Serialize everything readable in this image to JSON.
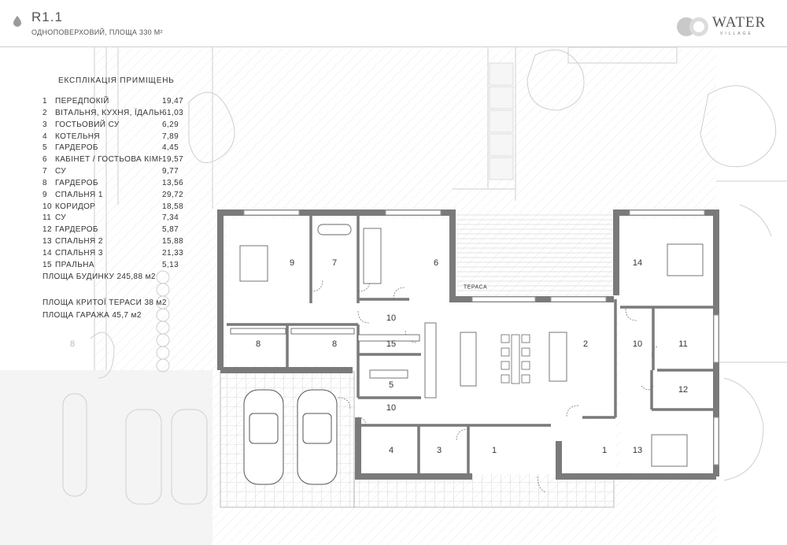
{
  "header": {
    "title": "R1.1",
    "subtitle": "ОДНОПОВЕРХОВИЙ, ПЛОЩА 330 М²",
    "logo_word": "WATER",
    "logo_sub": "VILLAGE"
  },
  "legend": {
    "heading": "ЕКСПЛІКАЦІЯ ПРИМІЩЕНЬ",
    "rooms": [
      {
        "num": "1",
        "name": "ПЕРЕДПОКІЙ",
        "area": "19,47"
      },
      {
        "num": "2",
        "name": "ВІТАЛЬНЯ, КУХНЯ, ЇДАЛЬНЯ",
        "area": "61,03"
      },
      {
        "num": "3",
        "name": "ГОСТЬОВИЙ СУ",
        "area": "6,29"
      },
      {
        "num": "4",
        "name": "КОТЕЛЬНЯ",
        "area": "7,89"
      },
      {
        "num": "5",
        "name": "ГАРДЕРОБ",
        "area": "4,45"
      },
      {
        "num": "6",
        "name": "КАБІНЕТ / ГОСТЬОВА КІМНАТА",
        "area": "19,57"
      },
      {
        "num": "7",
        "name": "СУ",
        "area": "9,77"
      },
      {
        "num": "8",
        "name": "ГАРДЕРОБ",
        "area": "13,56"
      },
      {
        "num": "9",
        "name": "СПАЛЬНЯ 1",
        "area": "29,72"
      },
      {
        "num": "10",
        "name": "КОРИДОР",
        "area": "18,58"
      },
      {
        "num": "11",
        "name": "СУ",
        "area": "7,34"
      },
      {
        "num": "12",
        "name": "ГАРДЕРОБ",
        "area": "5,87"
      },
      {
        "num": "13",
        "name": "СПАЛЬНЯ 2",
        "area": "15,88"
      },
      {
        "num": "14",
        "name": "СПАЛЬНЯ 3",
        "area": "21,33"
      },
      {
        "num": "15",
        "name": "ПРАЛЬНА",
        "area": "5,13"
      }
    ],
    "house_area": "ПЛОЩА БУДИНКУ 245,88 м2",
    "terrace_area": "ПЛОЩА КРИТОЇ ТЕРАСИ 38 м2",
    "garage_area": "ПЛОЩА ГАРАЖА 45,7 м2"
  },
  "plan_labels": {
    "room_9": "9",
    "room_7": "7",
    "room_6": "6",
    "room_14": "14",
    "room_8a": "8",
    "room_8b": "8",
    "room_10a": "10",
    "room_15": "15",
    "room_2": "2",
    "room_10b": "10",
    "room_11": "11",
    "room_5": "5",
    "room_10c": "10",
    "room_12": "12",
    "room_4": "4",
    "room_3": "3",
    "room_1a": "1",
    "room_1b": "1",
    "room_13": "13",
    "room_8c": "8",
    "terrace": "ТЕРАСА"
  },
  "colors": {
    "wall": "#8a8a8a",
    "wall_fill": "#b5b5b5",
    "line": "#555555",
    "landscape": "#cfcfcf",
    "paving": "#c8c8c8"
  }
}
